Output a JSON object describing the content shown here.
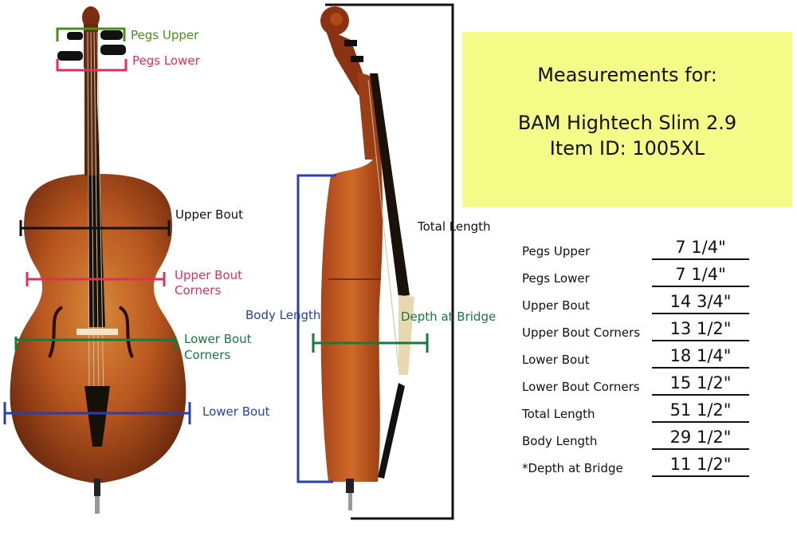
{
  "title": {
    "heading": "Measurements for:",
    "model": "BAM Hightech Slim 2.9",
    "item_id": "Item ID: 1005XL"
  },
  "labels": {
    "pegs_upper": "Pegs Upper",
    "pegs_lower": "Pegs Lower",
    "upper_bout": "Upper Bout",
    "upper_bout_corners_1": "Upper Bout",
    "upper_bout_corners_2": "Corners",
    "lower_bout_corners_1": "Lower Bout",
    "lower_bout_corners_2": "Corners",
    "lower_bout": "Lower Bout",
    "total_length": "Total Length",
    "body_length": "Body Length",
    "depth_at_bridge": "Depth at Bridge"
  },
  "measurements": [
    {
      "name": "Pegs Upper",
      "value": "7 1/4\""
    },
    {
      "name": "Pegs Lower",
      "value": "7 1/4\""
    },
    {
      "name": "Upper Bout",
      "value": "14 3/4\""
    },
    {
      "name": "Upper Bout Corners",
      "value": "13 1/2\""
    },
    {
      "name": "Lower Bout",
      "value": "18 1/4\""
    },
    {
      "name": "Lower Bout Corners",
      "value": "15 1/2\""
    },
    {
      "name": "Total Length",
      "value": "51 1/2\""
    },
    {
      "name": "Body Length",
      "value": "29 1/2\""
    },
    {
      "name": "*Depth at Bridge",
      "value": "11 1/2\""
    }
  ],
  "colors": {
    "pegs_upper": "#4a8f1c",
    "pegs_lower": "#e0305a",
    "upper_bout": "#111111",
    "upper_bout_corners": "#e0305a",
    "lower_bout_corners": "#157a3e",
    "lower_bout": "#2a3fae",
    "body_length": "#2a3fae",
    "depth_at_bridge": "#157a3e",
    "total_length": "#111111",
    "title_box": "#f4fb86"
  }
}
